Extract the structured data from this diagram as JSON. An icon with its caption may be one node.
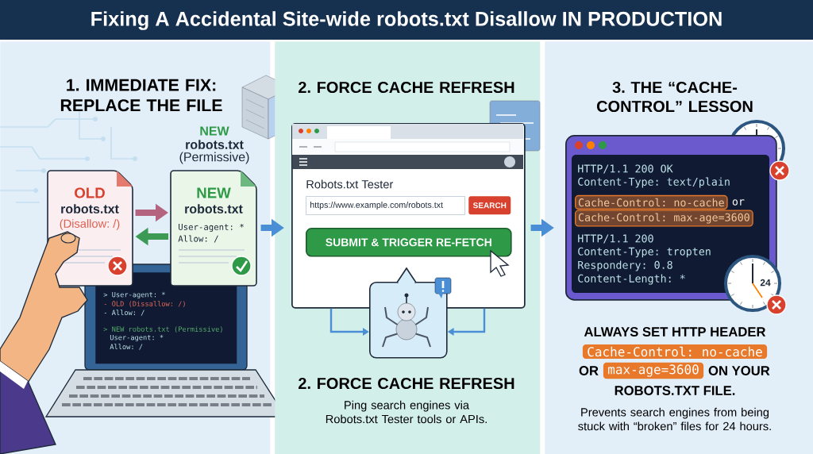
{
  "diagram": {
    "title": "Fixing A Accidental Site-wide robots.txt Disallow IN PRODUCTION",
    "nodes": [
      {
        "text": [
          "1. IMMEDIATE FIX: REPLACE THE FILE"
        ]
      },
      {
        "text": [
          "OLD",
          "robots.txt",
          "(Disallow: /)"
        ],
        "in": 0
      },
      {
        "text": [
          "NEW",
          "robots.txt",
          "User-agent: *",
          "Allow: /"
        ],
        "beside": [
          "NEW",
          "robots.txt",
          "(Permissive)"
        ],
        "in": 0
      },
      {
        "text": [
          "> User-agent: *",
          "- OLD (Dissallow: /)",
          "- Allow: /",
          "> NEW robots.txt (Permissive)",
          "User-agent: *",
          "Allow: /"
        ],
        "in": 0
      },
      {
        "text": [
          "2. FORCE CACHE REFRESH",
          "2. FORCE CACHE REFRESH",
          "Ping search engines via Robots.txt Tester tools or APIs."
        ]
      },
      {
        "text": [
          "Robots.txt Tester"
        ],
        "in": 4
      },
      {
        "text": [
          "https://www.example.com/robots.txt"
        ],
        "in": 5
      },
      {
        "text": [
          "SEARCH"
        ],
        "in": 5
      },
      {
        "text": [
          "SUBMIT & TRIGGER RE-FETCH"
        ],
        "in": 5
      },
      {
        "text": [],
        "shape": "picture",
        "in": 4
      },
      {
        "text": [
          "3. THE “CACHE-CONTROL” LESSON",
          "ALWAYS SET HTTP HEADER",
          "OR",
          "ON YOUR",
          "ROBOTS.TXT FILE.",
          "Prevents search engines from being stuck with “broken” files for 24 hours."
        ]
      },
      {
        "text": [
          "HTTP/1.1 200 OK",
          "Content-Type: text/plain",
          "Cache-Control: no-cache",
          "or",
          "Cache-Control: max-age=3600",
          "HTTP/1.1  200",
          "Content-Type: tropten",
          "Respondery: 0.8",
          "Content-Length: *"
        ],
        "in": 10
      },
      {
        "text": [
          "Cache-Control: no-cache"
        ],
        "in": 10
      },
      {
        "text": [
          "max-age=3600"
        ],
        "in": 10
      }
    ],
    "edges": [
      {
        "from": 0,
        "to": 4,
        "arrow": "to"
      },
      {
        "from": 4,
        "to": 10,
        "arrow": "to"
      },
      {
        "from": 1,
        "to": 2,
        "arrow": "to",
        "color": "#b5647f"
      },
      {
        "from": 2,
        "to": 1,
        "arrow": "to",
        "color": "#3c9a55"
      },
      {
        "from": 5,
        "to": 9,
        "arrow": "to"
      },
      {
        "from": 5,
        "to": 9,
        "arrow": "to"
      }
    ],
    "labels": [
      "24"
    ]
  }
}
